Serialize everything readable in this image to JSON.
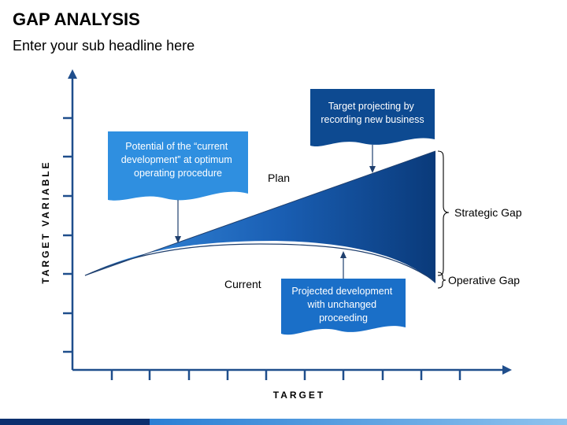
{
  "header": {
    "title": "GAP ANALYSIS",
    "subtitle": "Enter your sub headline here"
  },
  "axes": {
    "y_label": "TARGET VARIABLE",
    "x_label": "TARGET"
  },
  "curves": {
    "plan_label": "Plan",
    "current_label": "Current"
  },
  "callouts": {
    "potential": [
      "Potential of the “current",
      "development” at optimum",
      "operating procedure"
    ],
    "target": [
      "Target projecting by",
      "recording new business"
    ],
    "projected": [
      "Projected development",
      "with unchanged",
      "proceeding"
    ]
  },
  "gaps": {
    "strategic": "Strategic Gap",
    "operative": "Operative Gap"
  },
  "colors": {
    "axis": "#1f4e8c",
    "callout_light": "#2f8fe0",
    "callout_dark": "#0d4a91",
    "fill_dark": "#0a3a7a",
    "fill_light": "#2e7fd3"
  }
}
